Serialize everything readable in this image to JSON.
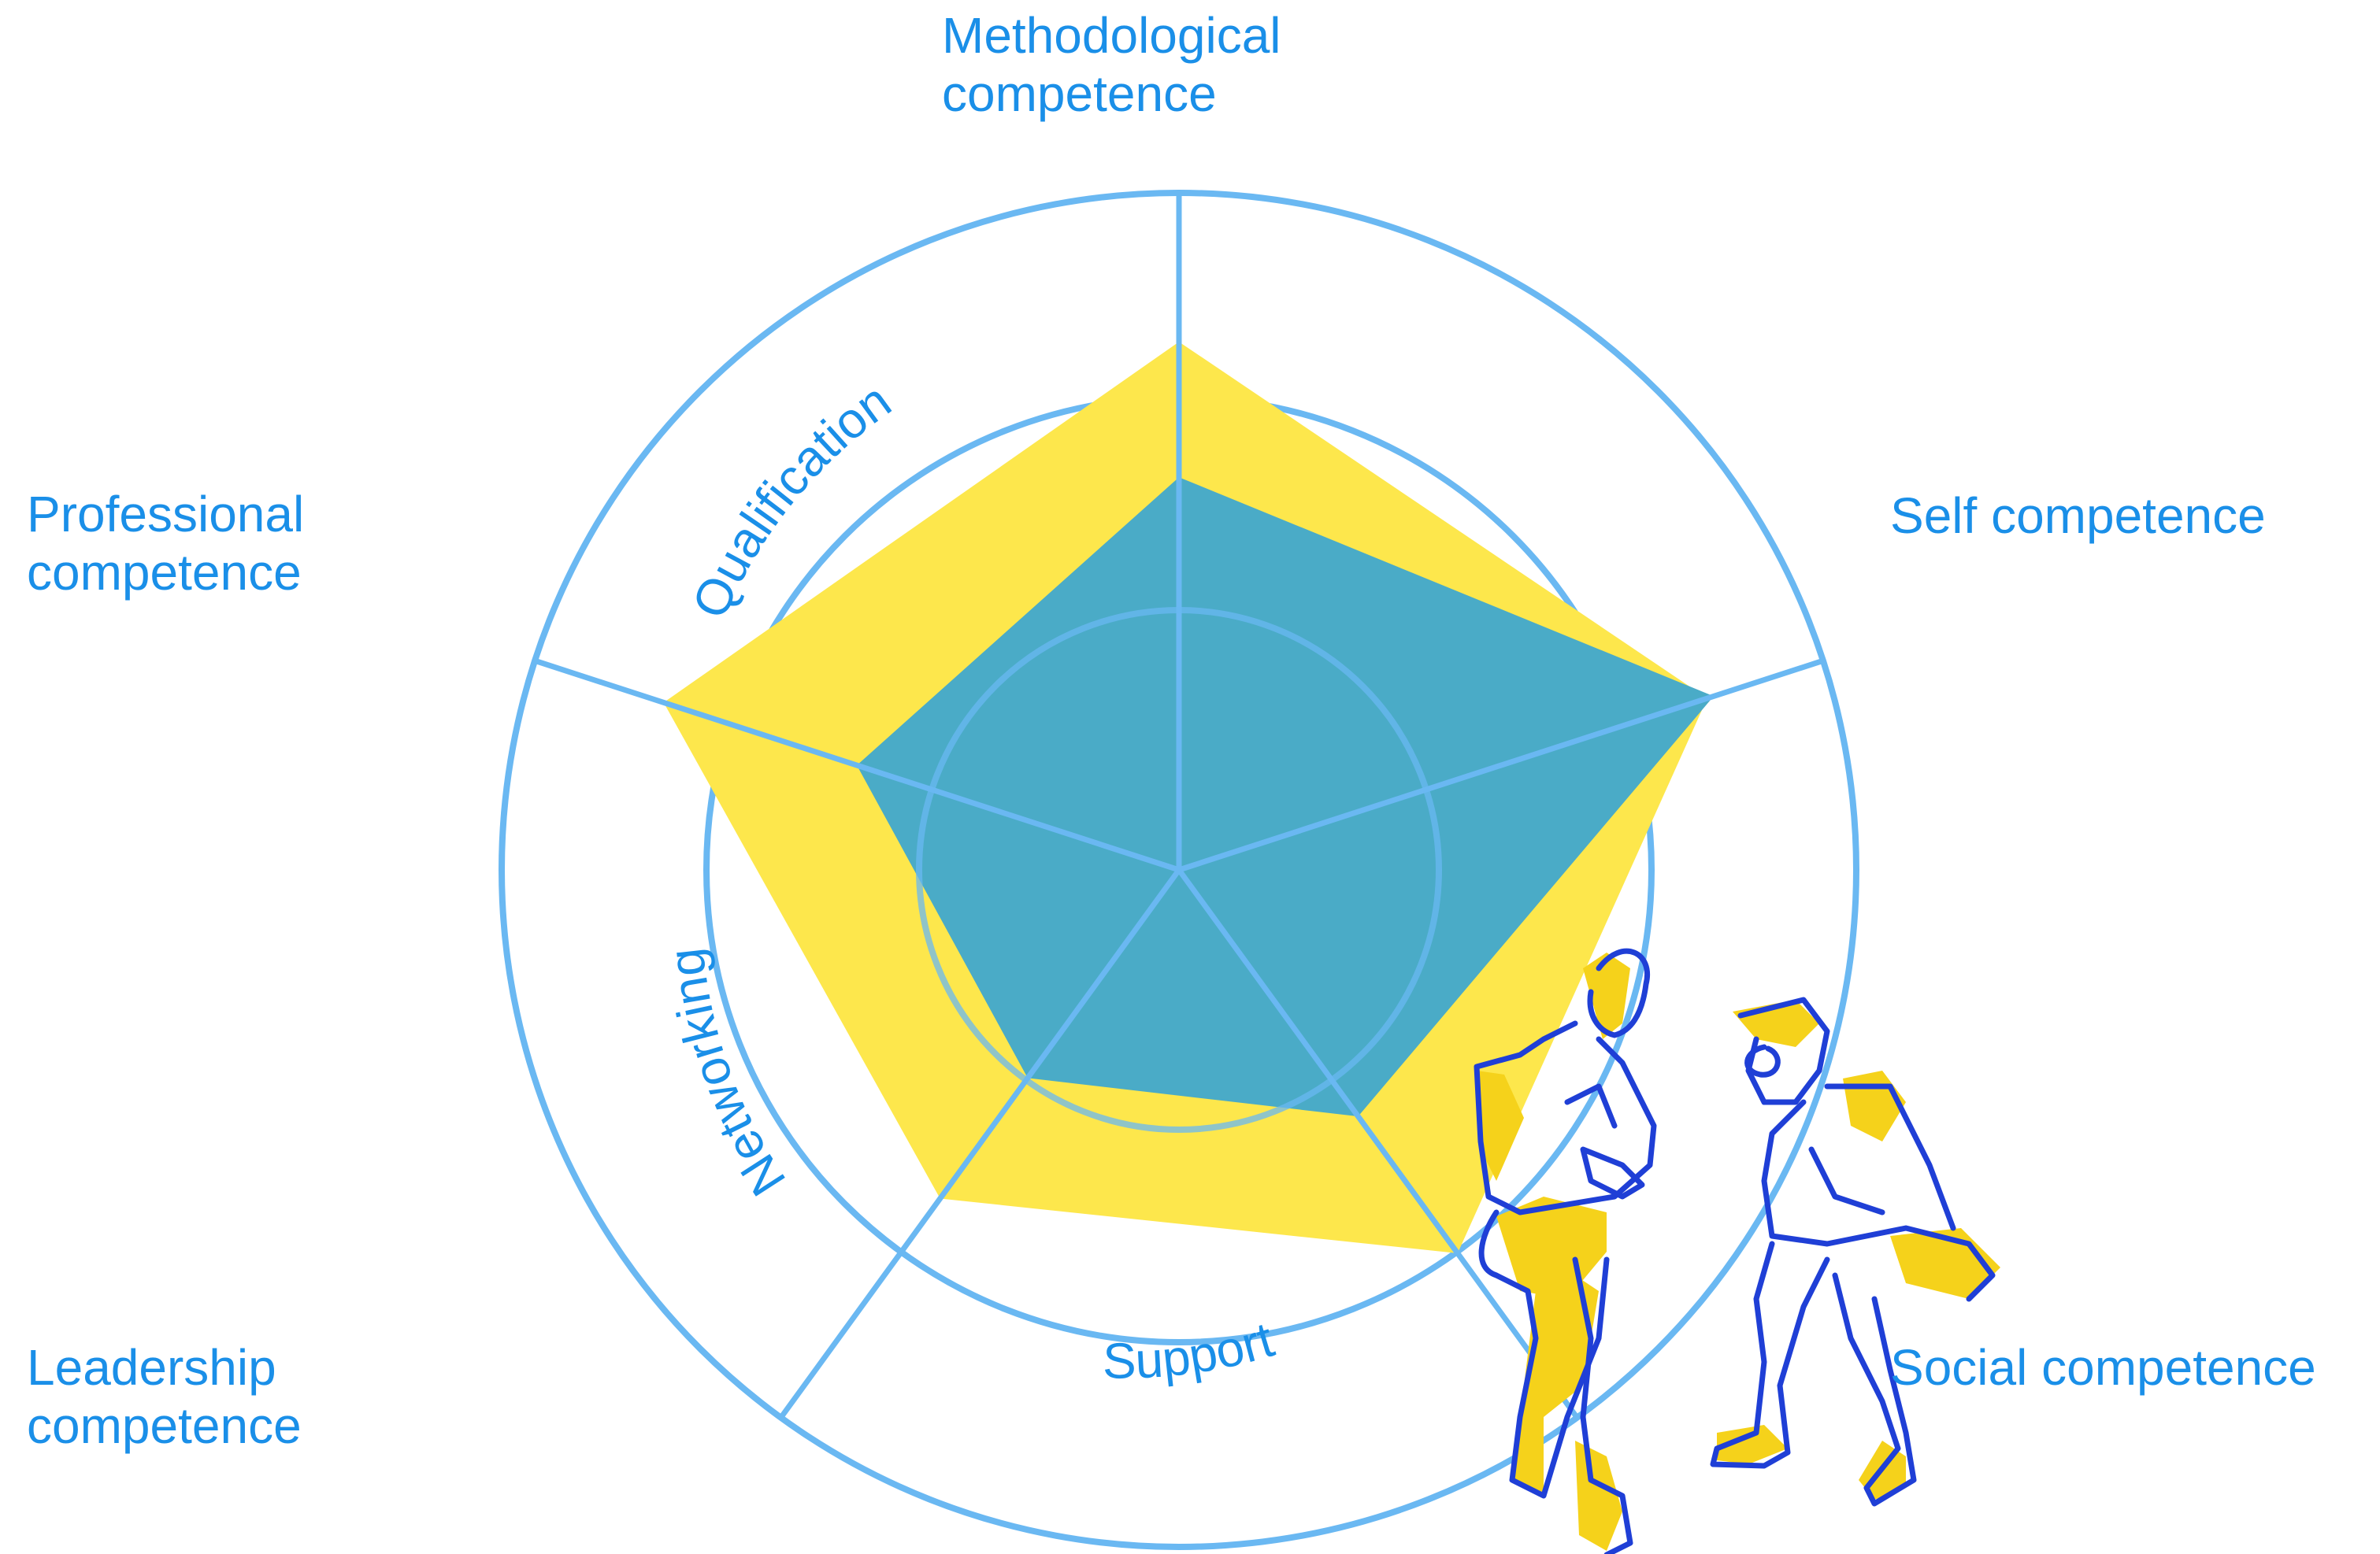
{
  "colors": {
    "label": "#1a8fe8",
    "ring_line": "#6ab8f2",
    "outer_polygon": "#fde74c",
    "inner_polygon": "#4aabc7",
    "figure_line": "#1f3fd6",
    "figure_fill": "#f5d21b"
  },
  "axes": [
    {
      "line1": "Methodological",
      "line2": "competence"
    },
    {
      "line1": "Self competence",
      "line2": ""
    },
    {
      "line1": "Social competence",
      "line2": ""
    },
    {
      "line1": "Leadership",
      "line2": "competence"
    },
    {
      "line1": "Professional",
      "line2": "competence"
    }
  ],
  "ring_labels": {
    "inner": "Qualification",
    "left": "Networking",
    "bottom": "Support"
  },
  "chart_data": {
    "type": "radar",
    "axes": [
      "Methodological competence",
      "Self competence",
      "Social competence",
      "Leadership competence",
      "Professional competence"
    ],
    "rings": 3,
    "series": [
      {
        "values": [
          0.78,
          0.82,
          0.7,
          0.6,
          0.8
        ]
      },
      {
        "values": [
          0.58,
          0.83,
          0.45,
          0.38,
          0.5
        ]
      }
    ],
    "icons": [
      "two-seated-people-illustration"
    ]
  }
}
